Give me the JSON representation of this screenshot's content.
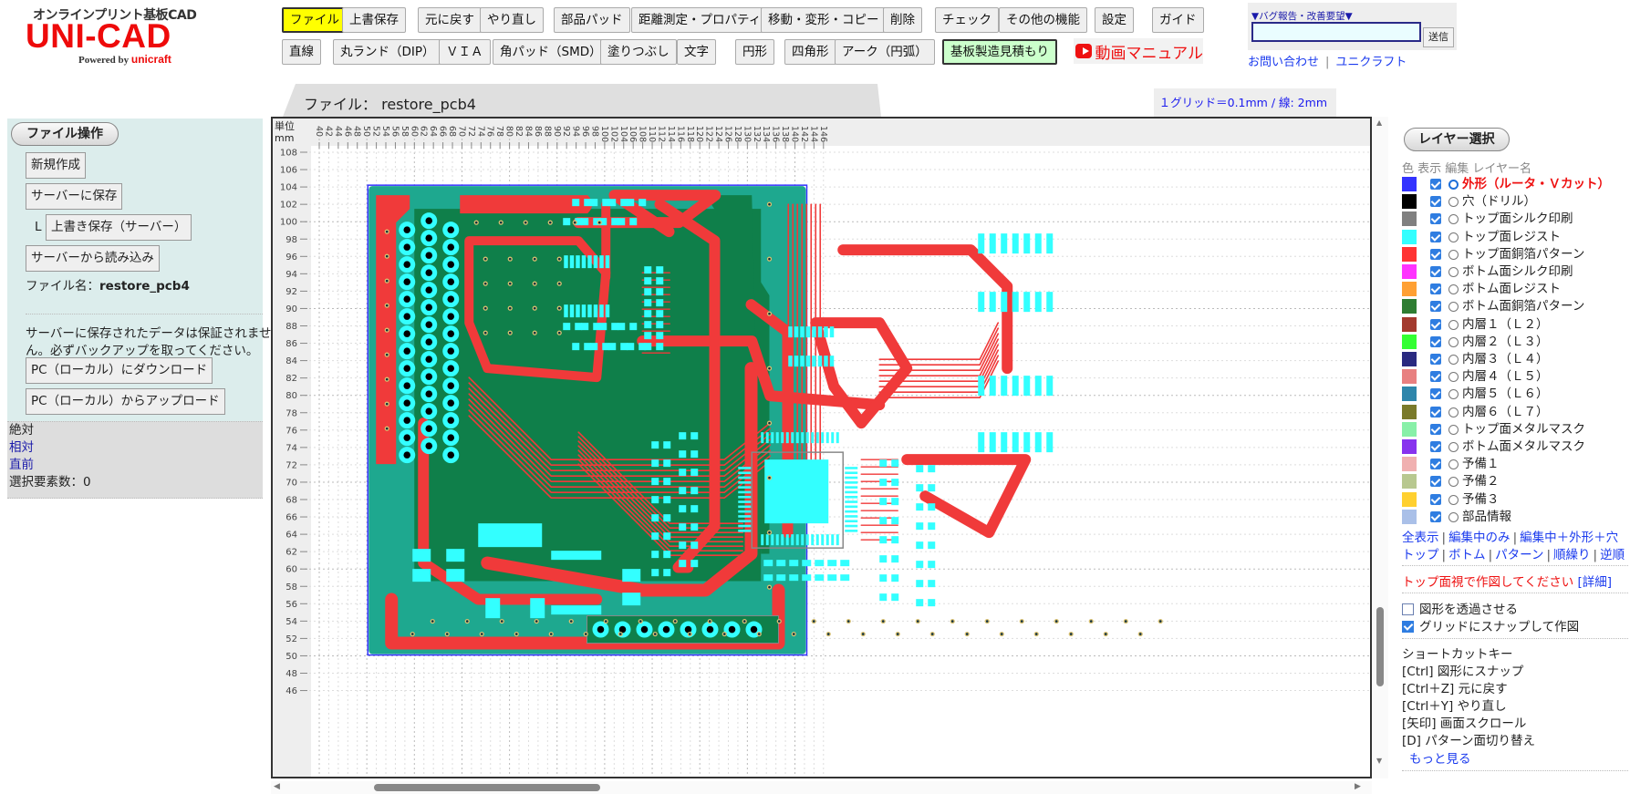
{
  "header": {
    "logo_subtitle": "オンラインプリント基板CAD",
    "logo_main": "UNI-CAD",
    "logo_powered": "Powered by ",
    "logo_brand": "unicraft",
    "toolbar_row1": [
      "ファイル",
      "上書保存",
      "元に戻す",
      "やり直し",
      "部品パッド",
      "距離測定・プロパティ",
      "移動・変形・コピー",
      "削除",
      "チェック",
      "その他の機能",
      "設定",
      "ガイド"
    ],
    "toolbar_row2": [
      "直線",
      "丸ランド（DIP）",
      "ＶＩＡ",
      "角パッド（SMD）",
      "塗りつぶし",
      "文字",
      "円形",
      "四角形",
      "アーク（円弧）",
      "基板製造見積もり"
    ],
    "active_tool": "ファイル",
    "video_manual": "動画マニュアル",
    "bug_report_label": "▼バグ報告・改善要望▼",
    "bug_report_value": "",
    "send_label": "送信",
    "contact_link": "お問い合わせ",
    "company_link": "ユニクラフト"
  },
  "left_panel": {
    "section_title": "ファイル操作",
    "new_button": "新規作成",
    "save_server_button": "サーバーに保存",
    "overwrite_prefix": "L",
    "overwrite_server_button": "上書き保存（サーバー）",
    "load_server_button": "サーバーから読み込み",
    "filename_label": "ファイル名：",
    "filename_value": "restore_pcb4",
    "warning_line1": "サーバーに保存されたデータは保証されませ",
    "warning_line2": "ん。必ずバックアップを取ってください。",
    "download_button": "PC（ローカル）にダウンロード",
    "upload_button": "PC（ローカル）からアップロード",
    "coord_absolute": "絶対",
    "coord_relative": "相対",
    "coord_previous": "直前",
    "selected_count_label": "選択要素数：",
    "selected_count": "0"
  },
  "canvas": {
    "tab_title": "ファイル： restore_pcb4",
    "grid_info": "１グリッド＝0.1mm / 線: 2mm",
    "unit_label_1": "単位",
    "unit_label_2": "mm",
    "x_ticks": [
      "40",
      "42",
      "44",
      "46",
      "48",
      "50",
      "52",
      "54",
      "56",
      "58",
      "60",
      "62",
      "64",
      "66",
      "68",
      "70",
      "72",
      "74",
      "76",
      "78",
      "80",
      "82",
      "84",
      "86",
      "88",
      "90",
      "92",
      "94",
      "96",
      "98",
      "100",
      "102",
      "104",
      "106",
      "108",
      "110",
      "112",
      "114",
      "116",
      "118",
      "120",
      "122",
      "124",
      "126",
      "128",
      "130",
      "132",
      "134",
      "136",
      "138",
      "140",
      "142",
      "144",
      "146"
    ],
    "y_ticks": [
      "108",
      "106",
      "104",
      "102",
      "100",
      "98",
      "96",
      "94",
      "92",
      "90",
      "88",
      "86",
      "84",
      "82",
      "80",
      "78",
      "76",
      "74",
      "72",
      "70",
      "68",
      "66",
      "64",
      "62",
      "60",
      "58",
      "56",
      "54",
      "52",
      "50",
      "48",
      "46"
    ],
    "colors": {
      "board": "#1ea88f",
      "copper": "#f03a3a",
      "resist": "#33ffff",
      "board_dark": "#0f7f4a",
      "outline": "#3333ff"
    }
  },
  "right_panel": {
    "section_title": "レイヤー選択",
    "header": "色 表示 編集 レイヤー名",
    "layers": [
      {
        "name": "外形（ルータ・Ｖカット）",
        "color": "#3333ff",
        "visible": true,
        "editing": true
      },
      {
        "name": "穴（ドリル）",
        "color": "#000000",
        "visible": true,
        "editing": false
      },
      {
        "name": "トップ面シルク印刷",
        "color": "#808080",
        "visible": true,
        "editing": false
      },
      {
        "name": "トップ面レジスト",
        "color": "#33ffff",
        "visible": true,
        "editing": false
      },
      {
        "name": "トップ面銅箔パターン",
        "color": "#ff3333",
        "visible": true,
        "editing": false
      },
      {
        "name": "ボトム面シルク印刷",
        "color": "#ff33ff",
        "visible": true,
        "editing": false
      },
      {
        "name": "ボトム面レジスト",
        "color": "#ffa033",
        "visible": true,
        "editing": false
      },
      {
        "name": "ボトム面銅箔パターン",
        "color": "#2e7d32",
        "visible": true,
        "editing": false
      },
      {
        "name": "内層１（Ｌ２）",
        "color": "#a33a2e",
        "visible": true,
        "editing": false
      },
      {
        "name": "内層２（Ｌ３）",
        "color": "#33ff33",
        "visible": true,
        "editing": false
      },
      {
        "name": "内層３（Ｌ４）",
        "color": "#2a2a80",
        "visible": true,
        "editing": false
      },
      {
        "name": "内層４（Ｌ５）",
        "color": "#e88080",
        "visible": true,
        "editing": false
      },
      {
        "name": "内層５（Ｌ６）",
        "color": "#2e86ab",
        "visible": true,
        "editing": false
      },
      {
        "name": "内層６（Ｌ７）",
        "color": "#7a7a2a",
        "visible": true,
        "editing": false
      },
      {
        "name": "トップ面メタルマスク",
        "color": "#88f0a8",
        "visible": true,
        "editing": false
      },
      {
        "name": "ボトム面メタルマスク",
        "color": "#8833ee",
        "visible": true,
        "editing": false
      },
      {
        "name": "予備１",
        "color": "#f0b0b0",
        "visible": true,
        "editing": false
      },
      {
        "name": "予備２",
        "color": "#b8c890",
        "visible": true,
        "editing": false
      },
      {
        "name": "予備３",
        "color": "#ffd030",
        "visible": true,
        "editing": false
      },
      {
        "name": "部品情報",
        "color": "#aac0e8",
        "visible": true,
        "editing": false
      }
    ],
    "view_links_1": [
      "全表示",
      "編集中のみ",
      "編集中＋外形＋穴"
    ],
    "view_links_2": [
      "トップ",
      "ボトム",
      "パターン",
      "順繰り",
      "逆順"
    ],
    "top_view_notice": "トップ面視で作図してください",
    "detail_link": "[詳細]",
    "transparent_option": "図形を透過させる",
    "transparent_checked": false,
    "snap_option": "グリッドにスナップして作図",
    "snap_checked": true,
    "shortcut_title": "ショートカットキー",
    "shortcuts": [
      "[Ctrl] 図形にスナップ",
      "[Ctrl＋Z] 元に戻す",
      "[Ctrl＋Y] やり直し",
      "[矢印] 画面スクロール",
      "[D] パターン面切り替え"
    ],
    "more_link": "もっと見る"
  }
}
